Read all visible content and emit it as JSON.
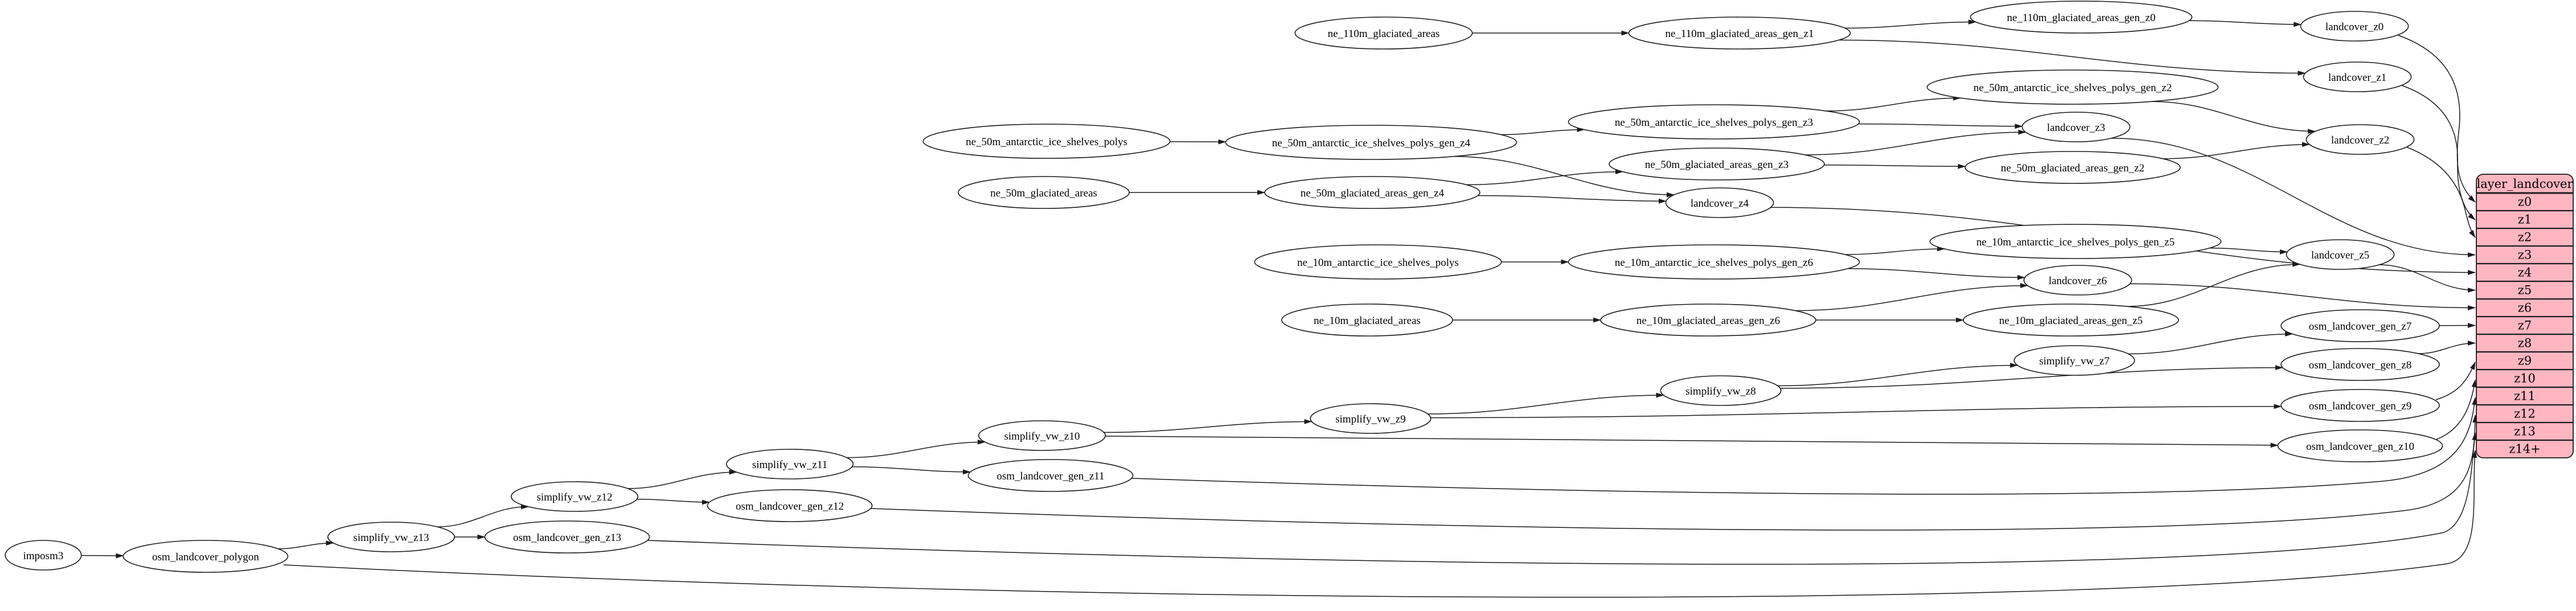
{
  "diagram": {
    "kind": "etl-dependency-graph",
    "table": {
      "title": "layer_landcover",
      "rows": [
        "z0",
        "z1",
        "z2",
        "z3",
        "z4",
        "z5",
        "z6",
        "z7",
        "z8",
        "z9",
        "z10",
        "z11",
        "z12",
        "z13",
        "z14+"
      ]
    },
    "nodes": [
      {
        "label": "imposm3"
      },
      {
        "label": "osm_landcover_polygon"
      },
      {
        "label": "simplify_vw_z13"
      },
      {
        "label": "osm_landcover_gen_z13"
      },
      {
        "label": "simplify_vw_z12"
      },
      {
        "label": "osm_landcover_gen_z12"
      },
      {
        "label": "simplify_vw_z11"
      },
      {
        "label": "osm_landcover_gen_z11"
      },
      {
        "label": "simplify_vw_z10"
      },
      {
        "label": "simplify_vw_z9"
      },
      {
        "label": "simplify_vw_z8"
      },
      {
        "label": "simplify_vw_z7"
      },
      {
        "label": "osm_landcover_gen_z7"
      },
      {
        "label": "osm_landcover_gen_z8"
      },
      {
        "label": "osm_landcover_gen_z9"
      },
      {
        "label": "osm_landcover_gen_z10"
      },
      {
        "label": "ne_110m_glaciated_areas"
      },
      {
        "label": "ne_110m_glaciated_areas_gen_z1"
      },
      {
        "label": "ne_110m_glaciated_areas_gen_z0"
      },
      {
        "label": "landcover_z0"
      },
      {
        "label": "landcover_z1"
      },
      {
        "label": "ne_50m_antarctic_ice_shelves_polys"
      },
      {
        "label": "ne_50m_antarctic_ice_shelves_polys_gen_z4"
      },
      {
        "label": "ne_50m_antarctic_ice_shelves_polys_gen_z3"
      },
      {
        "label": "ne_50m_antarctic_ice_shelves_polys_gen_z2"
      },
      {
        "label": "landcover_z3"
      },
      {
        "label": "landcover_z2"
      },
      {
        "label": "ne_50m_glaciated_areas"
      },
      {
        "label": "ne_50m_glaciated_areas_gen_z4"
      },
      {
        "label": "ne_50m_glaciated_areas_gen_z3"
      },
      {
        "label": "ne_50m_glaciated_areas_gen_z2"
      },
      {
        "label": "landcover_z4"
      },
      {
        "label": "ne_10m_antarctic_ice_shelves_polys"
      },
      {
        "label": "ne_10m_antarctic_ice_shelves_polys_gen_z6"
      },
      {
        "label": "ne_10m_antarctic_ice_shelves_polys_gen_z5"
      },
      {
        "label": "landcover_z6"
      },
      {
        "label": "ne_10m_glaciated_areas"
      },
      {
        "label": "ne_10m_glaciated_areas_gen_z6"
      },
      {
        "label": "ne_10m_glaciated_areas_gen_z5"
      },
      {
        "label": "landcover_z5"
      }
    ],
    "edges": [
      [
        "imposm3",
        "osm_landcover_polygon"
      ],
      [
        "osm_landcover_polygon",
        "simplify_vw_z13"
      ],
      [
        "osm_landcover_polygon",
        "layer_landcover:z14+"
      ],
      [
        "simplify_vw_z13",
        "simplify_vw_z12"
      ],
      [
        "simplify_vw_z13",
        "osm_landcover_gen_z13"
      ],
      [
        "osm_landcover_gen_z13",
        "layer_landcover:z13"
      ],
      [
        "simplify_vw_z12",
        "simplify_vw_z11"
      ],
      [
        "simplify_vw_z12",
        "osm_landcover_gen_z12"
      ],
      [
        "osm_landcover_gen_z12",
        "layer_landcover:z12"
      ],
      [
        "simplify_vw_z11",
        "simplify_vw_z10"
      ],
      [
        "simplify_vw_z11",
        "osm_landcover_gen_z11"
      ],
      [
        "osm_landcover_gen_z11",
        "layer_landcover:z11"
      ],
      [
        "simplify_vw_z10",
        "simplify_vw_z9"
      ],
      [
        "simplify_vw_z10",
        "osm_landcover_gen_z10"
      ],
      [
        "osm_landcover_gen_z10",
        "layer_landcover:z10"
      ],
      [
        "simplify_vw_z9",
        "simplify_vw_z8"
      ],
      [
        "simplify_vw_z9",
        "osm_landcover_gen_z9"
      ],
      [
        "osm_landcover_gen_z9",
        "layer_landcover:z9"
      ],
      [
        "simplify_vw_z8",
        "simplify_vw_z7"
      ],
      [
        "simplify_vw_z8",
        "osm_landcover_gen_z8"
      ],
      [
        "osm_landcover_gen_z8",
        "layer_landcover:z8"
      ],
      [
        "simplify_vw_z7",
        "osm_landcover_gen_z7"
      ],
      [
        "osm_landcover_gen_z7",
        "layer_landcover:z7"
      ],
      [
        "ne_110m_glaciated_areas",
        "ne_110m_glaciated_areas_gen_z1"
      ],
      [
        "ne_110m_glaciated_areas_gen_z1",
        "ne_110m_glaciated_areas_gen_z0"
      ],
      [
        "ne_110m_glaciated_areas_gen_z1",
        "landcover_z1"
      ],
      [
        "ne_110m_glaciated_areas_gen_z0",
        "landcover_z0"
      ],
      [
        "landcover_z0",
        "layer_landcover:z0"
      ],
      [
        "landcover_z1",
        "layer_landcover:z1"
      ],
      [
        "ne_50m_antarctic_ice_shelves_polys",
        "ne_50m_antarctic_ice_shelves_polys_gen_z4"
      ],
      [
        "ne_50m_antarctic_ice_shelves_polys_gen_z4",
        "ne_50m_antarctic_ice_shelves_polys_gen_z3"
      ],
      [
        "ne_50m_antarctic_ice_shelves_polys_gen_z4",
        "landcover_z4"
      ],
      [
        "ne_50m_antarctic_ice_shelves_polys_gen_z3",
        "ne_50m_antarctic_ice_shelves_polys_gen_z2"
      ],
      [
        "ne_50m_antarctic_ice_shelves_polys_gen_z3",
        "landcover_z3"
      ],
      [
        "ne_50m_antarctic_ice_shelves_polys_gen_z2",
        "landcover_z2"
      ],
      [
        "ne_50m_glaciated_areas",
        "ne_50m_glaciated_areas_gen_z4"
      ],
      [
        "ne_50m_glaciated_areas_gen_z4",
        "ne_50m_glaciated_areas_gen_z3"
      ],
      [
        "ne_50m_glaciated_areas_gen_z4",
        "landcover_z4"
      ],
      [
        "ne_50m_glaciated_areas_gen_z3",
        "ne_50m_glaciated_areas_gen_z2"
      ],
      [
        "ne_50m_glaciated_areas_gen_z3",
        "landcover_z3"
      ],
      [
        "ne_50m_glaciated_areas_gen_z2",
        "landcover_z2"
      ],
      [
        "landcover_z2",
        "layer_landcover:z2"
      ],
      [
        "landcover_z3",
        "layer_landcover:z3"
      ],
      [
        "landcover_z4",
        "layer_landcover:z4"
      ],
      [
        "ne_10m_antarctic_ice_shelves_polys",
        "ne_10m_antarctic_ice_shelves_polys_gen_z6"
      ],
      [
        "ne_10m_antarctic_ice_shelves_polys_gen_z6",
        "ne_10m_antarctic_ice_shelves_polys_gen_z5"
      ],
      [
        "ne_10m_antarctic_ice_shelves_polys_gen_z6",
        "landcover_z6"
      ],
      [
        "ne_10m_antarctic_ice_shelves_polys_gen_z5",
        "landcover_z5"
      ],
      [
        "ne_10m_glaciated_areas",
        "ne_10m_glaciated_areas_gen_z6"
      ],
      [
        "ne_10m_glaciated_areas_gen_z6",
        "ne_10m_glaciated_areas_gen_z5"
      ],
      [
        "ne_10m_glaciated_areas_gen_z6",
        "landcover_z6"
      ],
      [
        "ne_10m_glaciated_areas_gen_z5",
        "landcover_z5"
      ],
      [
        "landcover_z5",
        "layer_landcover:z5"
      ],
      [
        "landcover_z6",
        "layer_landcover:z6"
      ]
    ],
    "colors": {
      "background": "#ffffff",
      "node_fill": "#ffffff",
      "stroke": "#1b1b1b",
      "table_fill": "#ffb6c1",
      "text": "#000000"
    }
  }
}
